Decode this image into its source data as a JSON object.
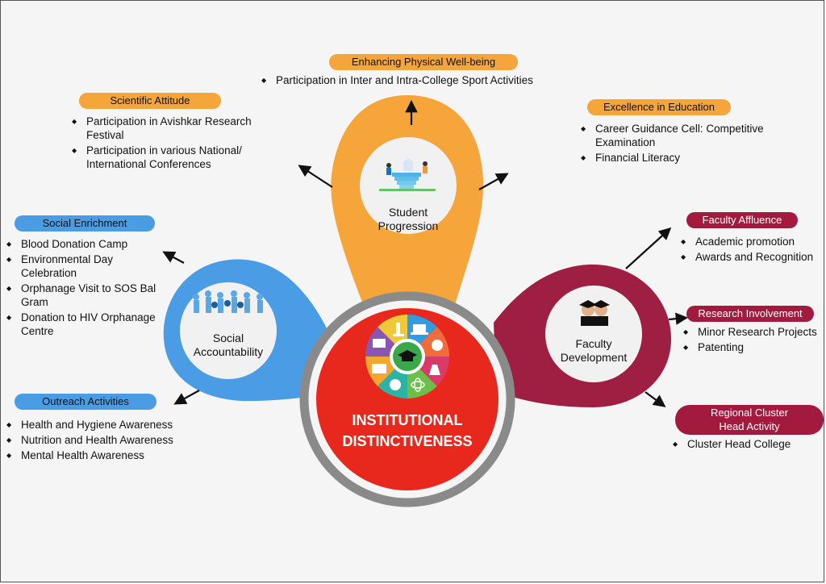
{
  "center": {
    "line1": "INSTITUTIONAL",
    "line2": "DISTINCTIVENESS"
  },
  "nodes": {
    "student": {
      "line1": "Student",
      "line2": "Progression"
    },
    "social": {
      "line1": "Social",
      "line2": "Accountability"
    },
    "faculty": {
      "line1": "Faculty",
      "line2": "Development"
    }
  },
  "branches": {
    "physical": {
      "title": "Enhancing Physical Well-being",
      "items": [
        "Participation in Inter and Intra-College Sport Activities"
      ]
    },
    "scientific": {
      "title": "Scientific Attitude",
      "items": [
        "Participation in Avishkar Research Festival",
        "Participation in various National/ International Conferences"
      ]
    },
    "excellence": {
      "title": "Excellence in Education",
      "items": [
        "Career Guidance Cell: Competitive Examination",
        "Financial Literacy"
      ]
    },
    "social_enrichment": {
      "title": "Social Enrichment",
      "items": [
        "Blood Donation Camp",
        "Environmental Day Celebration",
        "Orphanage Visit to SOS Bal Gram",
        "Donation to HIV Orphanage Centre"
      ]
    },
    "outreach": {
      "title": "Outreach Activities",
      "items": [
        "Health and Hygiene Awareness",
        "Nutrition and Health Awareness",
        "Mental Health Awareness"
      ]
    },
    "affluence": {
      "title": "Faculty Affluence",
      "items": [
        "Academic promotion",
        "Awards and Recognition"
      ]
    },
    "research": {
      "title": "Research Involvement",
      "items": [
        "Minor Research Projects",
        "Patenting"
      ]
    },
    "cluster": {
      "title_line1": "Regional Cluster",
      "title_line2": "Head Activity",
      "items": [
        "Cluster Head College"
      ]
    }
  },
  "colors": {
    "orange": "#f6a53b",
    "blue": "#4a9ce4",
    "maroon": "#a31a3f",
    "center_red": "#e8281d",
    "ring_gray": "#8a8a8a"
  },
  "icons": [
    "graduation-cap-icon",
    "microscope-icon",
    "laptop-icon",
    "palette-icon",
    "flask-icon",
    "atom-icon",
    "globe-icon",
    "book-icon",
    "presentation-board-icon",
    "graduates-icon",
    "students-on-steps-icon",
    "people-network-icon"
  ]
}
